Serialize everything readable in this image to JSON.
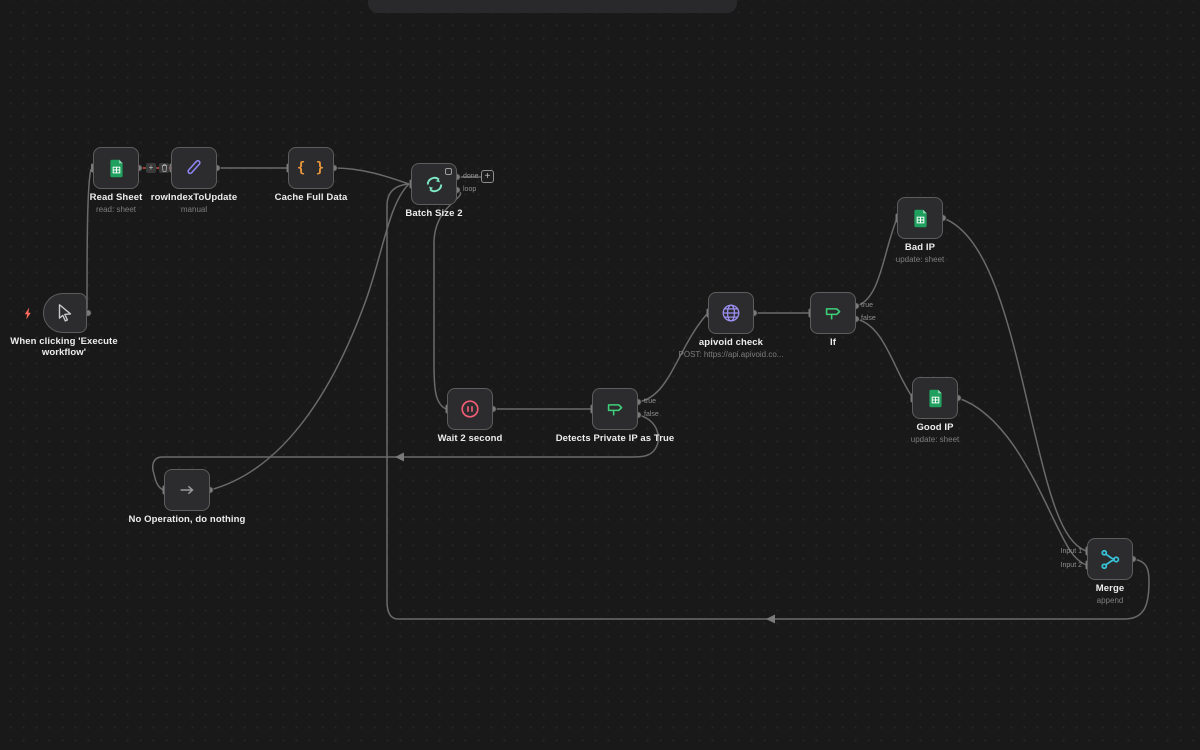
{
  "ui": {
    "plus": "+"
  },
  "colors": {
    "canvas_bg": "#191919",
    "node_bg": "#2c2c2e",
    "node_border": "#5d5d5d",
    "wire": "#6a6a6a",
    "sheets_green": "#1fa05f",
    "pen_purple": "#8d85f0",
    "code_orange": "#e9973c",
    "loop_teal": "#7fe6c2",
    "wait_pink": "#f25d75",
    "if_green": "#3ecf79",
    "http_purple": "#9b90f2",
    "merge_cyan": "#36c3d9",
    "bolt_red": "#ff6b5c"
  },
  "nodes": {
    "trigger": {
      "name": "When clicking 'Execute workflow'"
    },
    "read_sheet": {
      "name": "Read Sheet",
      "subtitle": "read: sheet"
    },
    "row_index_to_update": {
      "name": "rowIndexToUpdate",
      "subtitle": "manual"
    },
    "cache_full_data": {
      "name": "Cache Full Data"
    },
    "batch_size": {
      "name": "Batch Size 2",
      "outputs": [
        "done",
        "loop"
      ]
    },
    "wait": {
      "name": "Wait 2 second"
    },
    "detects_private_ip": {
      "name": "Detects Private IP as True",
      "outputs": [
        "true",
        "false"
      ]
    },
    "no_operation": {
      "name": "No Operation, do nothing"
    },
    "apivoid_check": {
      "name": "apivoid check",
      "subtitle": "POST: https://api.apivoid.co..."
    },
    "if": {
      "name": "If",
      "outputs": [
        "true",
        "false"
      ]
    },
    "bad_ip": {
      "name": "Bad IP",
      "subtitle": "update: sheet"
    },
    "good_ip": {
      "name": "Good IP",
      "subtitle": "update: sheet"
    },
    "merge": {
      "name": "Merge",
      "subtitle": "append",
      "inputs": [
        "Input 1",
        "Input 2"
      ]
    }
  }
}
